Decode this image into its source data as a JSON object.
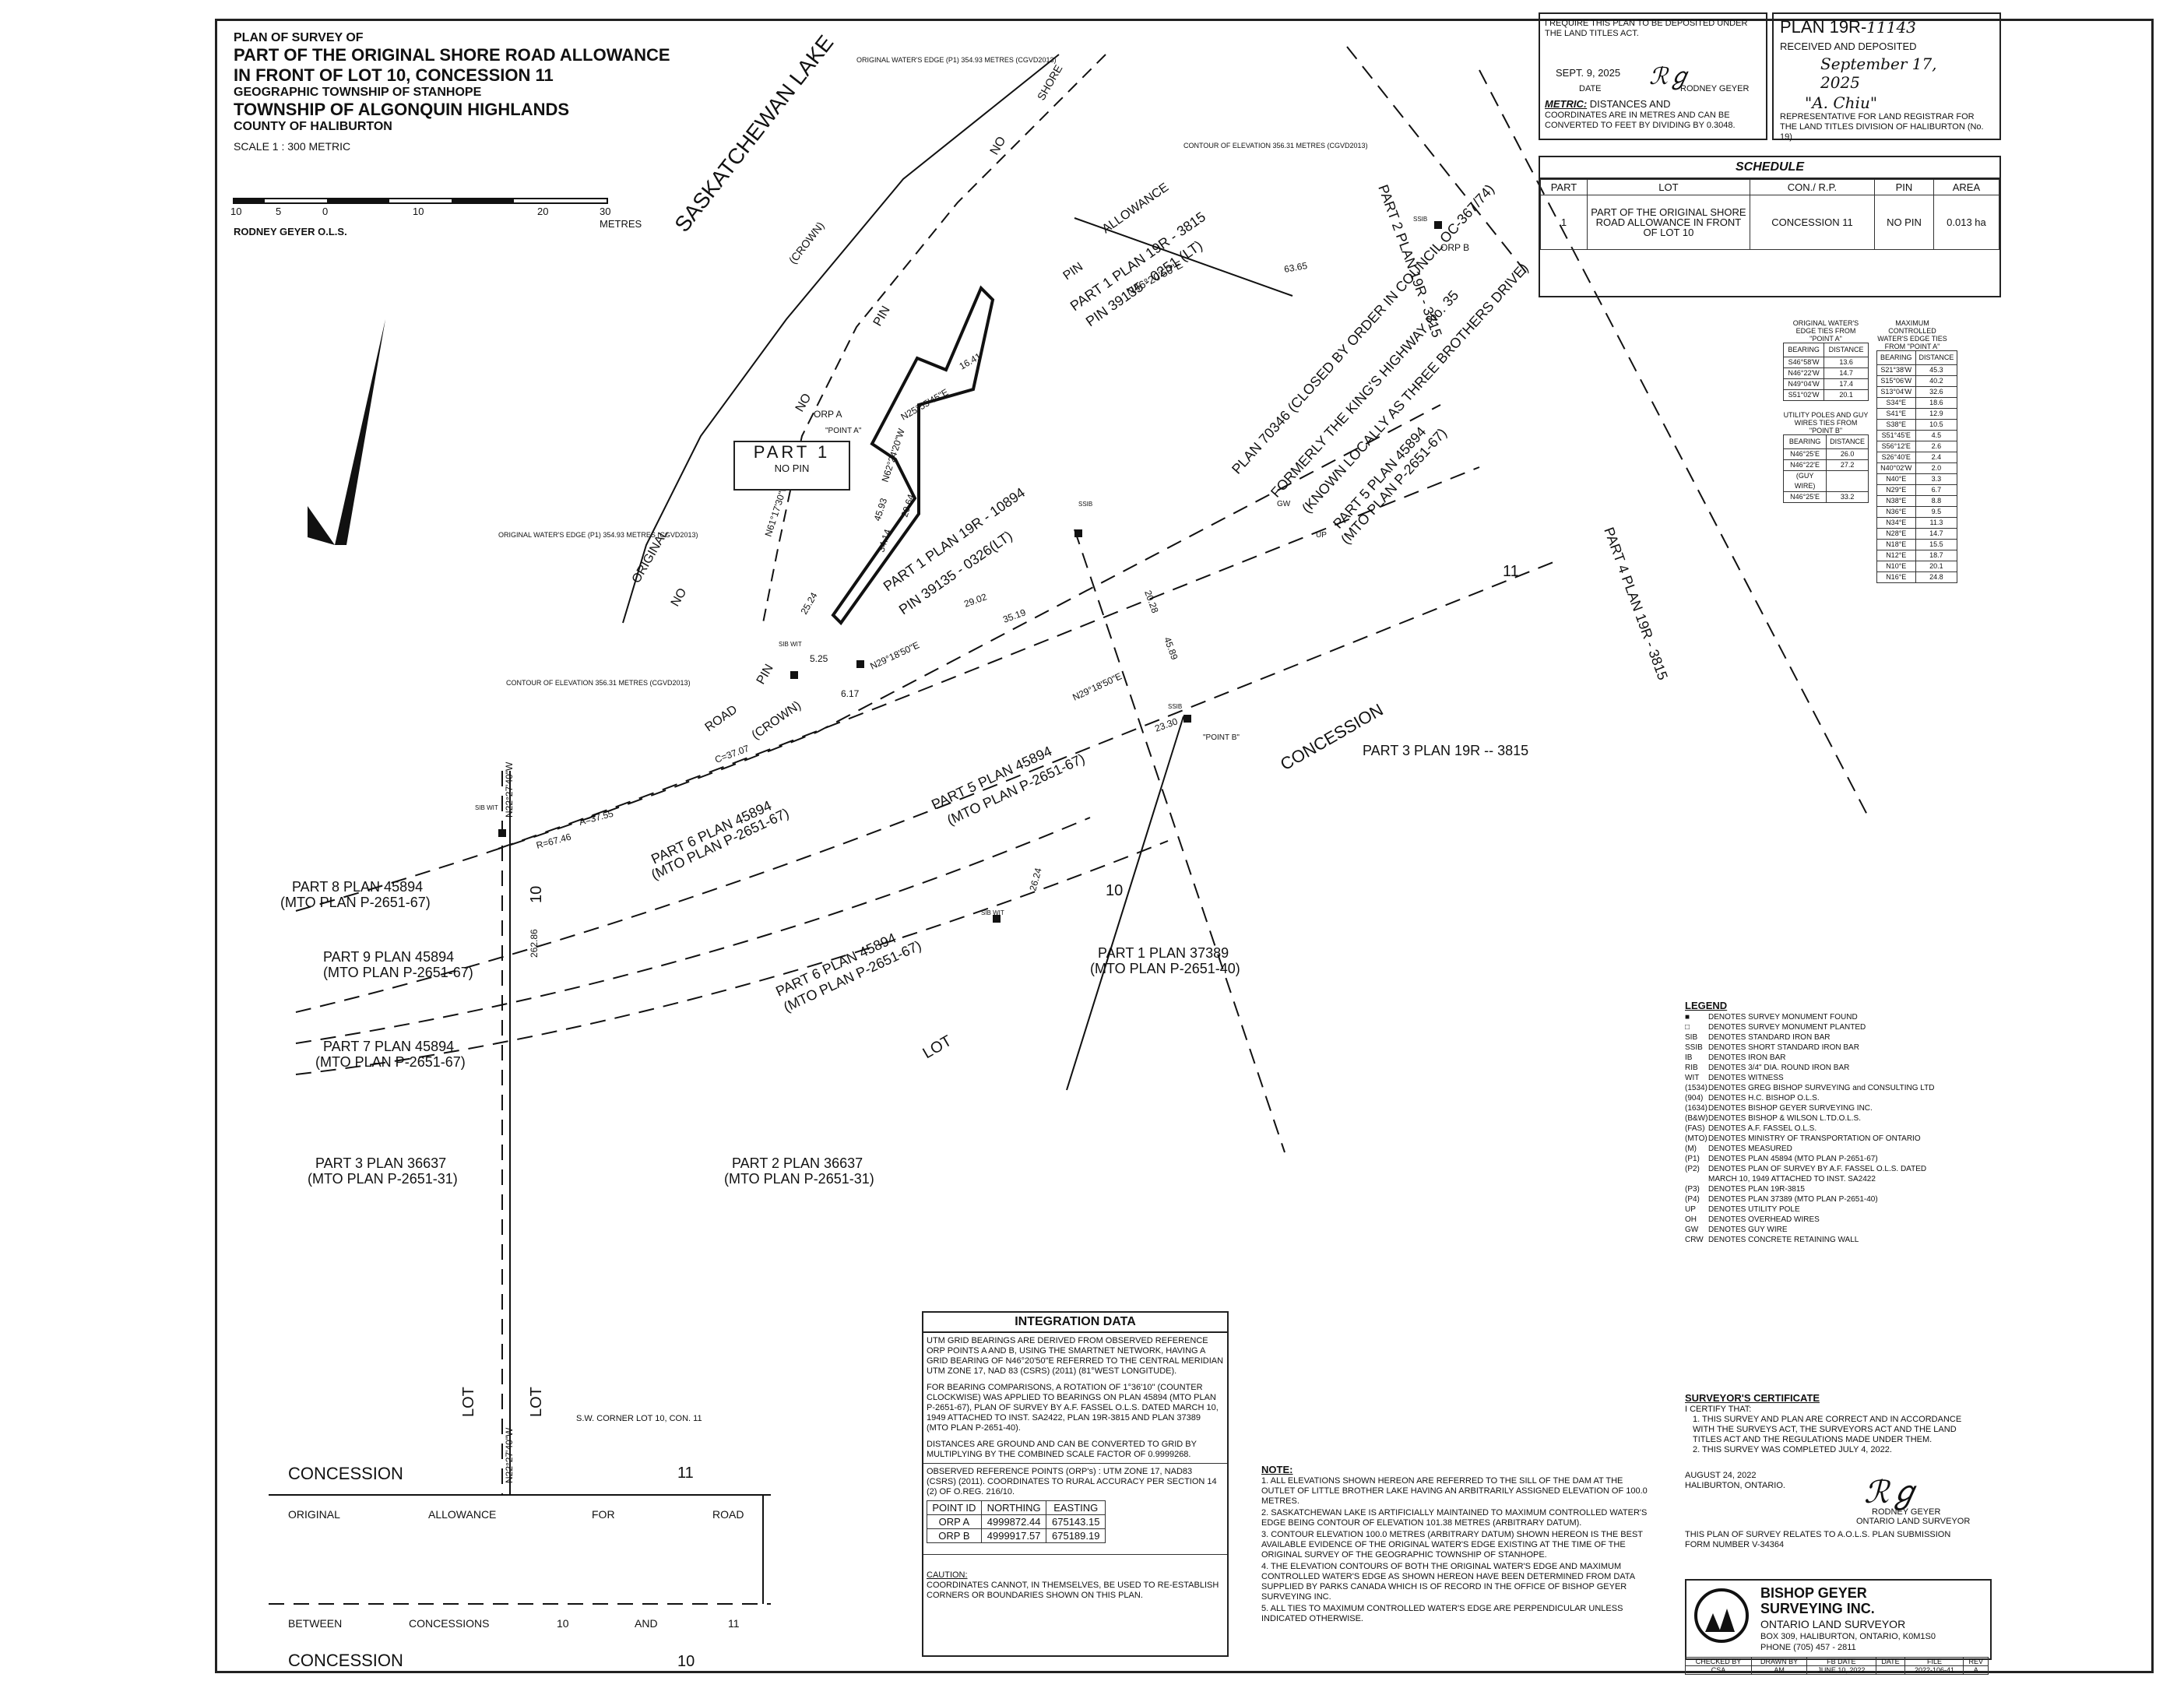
{
  "title_block": {
    "line1": "PLAN OF SURVEY OF",
    "line2": "PART OF THE ORIGINAL SHORE ROAD ALLOWANCE",
    "line3": "IN FRONT OF LOT 10, CONCESSION 11",
    "line4": "GEOGRAPHIC TOWNSHIP OF STANHOPE",
    "line5": "TOWNSHIP OF ALGONQUIN HIGHLANDS",
    "line6": "COUNTY OF HALIBURTON",
    "scale": "SCALE 1 : 300 METRIC",
    "scale_ticks": [
      "10",
      "5",
      "0",
      "10",
      "20",
      "30 METRES"
    ],
    "surveyor": "RODNEY GEYER O.L.S."
  },
  "deposit": {
    "require_text": "I REQUIRE THIS PLAN TO BE DEPOSITED UNDER THE LAND TITLES ACT.",
    "date_value": "SEPT. 9, 2025",
    "date_label": "DATE",
    "name_label": "RODNEY GEYER",
    "metric_label": "METRIC:",
    "metric_text1": "DISTANCES AND",
    "metric_text2": "COORDINATES ARE IN METRES AND CAN BE CONVERTED TO FEET BY DIVIDING BY 0.3048.",
    "plan_number": "PLAN 19R-",
    "plan_number_hw": "11143",
    "received": "RECEIVED AND DEPOSITED",
    "received_date": "September 17, 2025",
    "registrar_name": "\"A. Chiu\"",
    "registrar_text": "REPRESENTATIVE FOR LAND REGISTRAR FOR THE LAND TITLES DIVISION OF HALIBURTON (No. 19)"
  },
  "schedule": {
    "title": "SCHEDULE",
    "headers": [
      "PART",
      "LOT",
      "CON./ R.P.",
      "PIN",
      "AREA"
    ],
    "rows": [
      [
        "1",
        "PART OF THE ORIGINAL SHORE ROAD ALLOWANCE IN FRONT OF LOT 10",
        "CONCESSION 11",
        "NO PIN",
        "0.013 ha"
      ]
    ]
  },
  "tie_tables": {
    "water_title": "ORIGINAL WATER'S EDGE TIES FROM \"POINT A\"",
    "water_headers": [
      "BEARING",
      "DISTANCE"
    ],
    "water_rows": [
      [
        "S46°58'W",
        "13.6"
      ],
      [
        "N46°22'W",
        "14.7"
      ],
      [
        "N49°04'W",
        "17.4"
      ],
      [
        "S51°02'W",
        "20.1"
      ]
    ],
    "pole_title": "UTILITY POLES AND GUY WIRES TIES FROM \"POINT B\"",
    "pole_headers": [
      "BEARING",
      "DISTANCE"
    ],
    "pole_rows": [
      [
        "N46°25'E",
        "26.0"
      ],
      [
        "N46°22'E",
        "27.2"
      ],
      [
        "(GUY WIRE)",
        ""
      ],
      [
        "N46°25'E",
        "33.2"
      ]
    ],
    "max_title": "MAXIMUM CONTROLLED WATER'S EDGE TIES FROM \"POINT A\"",
    "max_headers": [
      "BEARING",
      "DISTANCE"
    ],
    "max_rows": [
      [
        "S21°38'W",
        "45.3"
      ],
      [
        "S15°06'W",
        "40.2"
      ],
      [
        "S13°04'W",
        "32.6"
      ],
      [
        "S34°E",
        "18.6"
      ],
      [
        "S41°E",
        "12.9"
      ],
      [
        "S38°E",
        "10.5"
      ],
      [
        "S51°45'E",
        "4.5"
      ],
      [
        "S56°12'E",
        "2.6"
      ],
      [
        "S26°40'E",
        "2.4"
      ],
      [
        "N40°02'W",
        "2.0"
      ],
      [
        "N40°E",
        "3.3"
      ],
      [
        "N29°E",
        "6.7"
      ],
      [
        "N38°E",
        "8.8"
      ],
      [
        "N36°E",
        "9.5"
      ],
      [
        "N34°E",
        "11.3"
      ],
      [
        "N28°E",
        "14.7"
      ],
      [
        "N18°E",
        "15.5"
      ],
      [
        "N12°E",
        "18.7"
      ],
      [
        "N10°E",
        "20.1"
      ],
      [
        "N16°E",
        "24.8"
      ]
    ]
  },
  "map": {
    "lake": "SASKATCHEWAN   LAKE",
    "crown": "(CROWN)",
    "shore_top": "SHORE",
    "allowance": "ALLOWANCE",
    "pin": "PIN",
    "no": "NO",
    "original": "ORIGINAL",
    "road": "ROAD",
    "crown2": "(CROWN)",
    "part1_box": "PART 1",
    "part1_pin": "NO PIN",
    "part1_plan_upper": "PART 1 PLAN 19R - 3815",
    "pin_upper": "PIN 39135 - 0251 (LT)",
    "part1_plan_lower": "PART 1 PLAN 19R - 10894",
    "pin_lower": "PIN 39135 - 0326(LT)",
    "hwy1": "PLAN 70346 (CLOSED BY ORDER IN COUNCIL OC-367/74)",
    "hwy2": "FORMERLY THE KING'S HIGHWAY No. 35",
    "hwy3": "(KNOWN LOCALLY AS THREE BROTHERS DRIVE)",
    "hwy4": "PART 5 PLAN 45894",
    "hwy5": "(MTO PLAN P-2651-67)",
    "part2_plan": "PART 2 PLAN 19R - 3815",
    "part4_plan": "PART 4 PLAN 19R - 3815",
    "part3_plan": "PART 3 PLAN 19R -- 3815",
    "concession": "CONCESSION",
    "eleven": "11",
    "ten": "10",
    "lot": "LOT",
    "part5_mid": "PART 5 PLAN 45894",
    "part5_mid2": "(MTO PLAN P-2651-67)",
    "part6_upper": "PART 6 PLAN 45894",
    "part6_upper2": "(MTO PLAN P-2651-67)",
    "part8": "PART 8 PLAN 45894",
    "part8b": "(MTO PLAN P-2651-67)",
    "part9": "PART 9 PLAN 45894",
    "part9b": "(MTO PLAN P-2651-67)",
    "part7": "PART 7 PLAN 45894",
    "part7b": "(MTO PLAN P-2651-67)",
    "part6_lower": "PART 6 PLAN 45894",
    "part6_lower2": "(MTO PLAN P-2651-67)",
    "part1_37389": "PART 1 PLAN 37389",
    "part1_37389b": "(MTO PLAN P-2651-40)",
    "part3_36637": "PART 3 PLAN 36637",
    "part3_36637b": "(MTO PLAN P-2651-31)",
    "part2_36637": "PART 2 PLAN 36637",
    "part2_36637b": "(MTO PLAN P-2651-31)",
    "orp_a": "ORP A",
    "orp_b": "ORP B",
    "point_a": "\"POINT A\"",
    "point_b": "\"POINT B\"",
    "ssib": "SSIB",
    "sib": "SIB WIT",
    "brg_n46": "N46°20'50\"E",
    "brg_n29": "N29°18'50\"E",
    "brg_n29b": "N29°18'50\"E",
    "brg_n22": "N22°27'40\"W",
    "brg_n22b": "N22°27'40\"W",
    "brg_n62": "N62°24'20\"W",
    "brg_n25": "N25°55'45\"E",
    "brg_n61": "N61°17'30\"W",
    "dist_1641": "16.41",
    "dist_2064": "20.64",
    "dist_4593": "45.93",
    "dist_3414": "34.14",
    "dist_2028": "20.28",
    "dist_4589": "45.89",
    "dist_6365": "63.65",
    "dist_2902": "29.02",
    "dist_3519": "35.19",
    "dist_3707": "C=37.07",
    "dist_3755": "A=37.55",
    "dist_radius": "R=67.46",
    "dist_2626": "262.86",
    "dist_2330": "23.30",
    "dist_525": "5.25",
    "dist_617": "6.17",
    "dist_2624": "26.24",
    "dist_2524": "25.24",
    "water_edge_label": "ORIGINAL WATER'S EDGE (P1) 354.93 METRES (CGVD2013)",
    "water_edge_label2": "ORIGINAL WATER'S EDGE (P1) 354.93 METRES (CGVD2013)",
    "contour_label": "CONTOUR OF ELEVATION 356.31 METRES (CGVD2013)",
    "contour_label2": "CONTOUR OF ELEVATION 356.31 METRES (CGVD2013)",
    "sw_corner": "S.W. CORNER LOT 10, CON. 11",
    "bottom_concession_top": "CONCESSION",
    "bottom_11": "11",
    "road_row": [
      "ORIGINAL",
      "ALLOWANCE",
      "FOR",
      "ROAD"
    ],
    "between_row": [
      "BETWEEN",
      "CONCESSIONS",
      "10",
      "AND",
      "11"
    ],
    "bottom_concession_bottom": "CONCESSION",
    "bottom_10": "10",
    "up": "UP",
    "gw": "GW"
  },
  "legend": {
    "title": "LEGEND",
    "items": [
      [
        "■",
        "DENOTES SURVEY MONUMENT FOUND"
      ],
      [
        "□",
        "DENOTES SURVEY MONUMENT PLANTED"
      ],
      [
        "SIB",
        "DENOTES STANDARD IRON BAR"
      ],
      [
        "SSIB",
        "DENOTES SHORT STANDARD IRON BAR"
      ],
      [
        "IB",
        "DENOTES IRON BAR"
      ],
      [
        "RIB",
        "DENOTES 3/4\" DIA. ROUND IRON BAR"
      ],
      [
        "WIT",
        "DENOTES WITNESS"
      ],
      [
        "(1534)",
        "DENOTES GREG BISHOP SURVEYING and CONSULTING LTD"
      ],
      [
        "(904)",
        "DENOTES H.C. BISHOP O.L.S."
      ],
      [
        "(1634)",
        "DENOTES BISHOP GEYER SURVEYING INC."
      ],
      [
        "(B&W)",
        "DENOTES BISHOP & WILSON L.TD.O.L.S."
      ],
      [
        "(FAS)",
        "DENOTES A.F. FASSEL O.L.S."
      ],
      [
        "(MTO)",
        "DENOTES MINISTRY OF TRANSPORTATION OF ONTARIO"
      ],
      [
        "(M)",
        "DENOTES MEASURED"
      ],
      [
        "(P1)",
        "DENOTES PLAN 45894 (MTO PLAN P-2651-67)"
      ],
      [
        "(P2)",
        "DENOTES PLAN OF SURVEY BY A.F. FASSEL O.L.S. DATED MARCH 10, 1949 ATTACHED TO INST. SA2422"
      ],
      [
        "(P3)",
        "DENOTES PLAN 19R-3815"
      ],
      [
        "(P4)",
        "DENOTES PLAN 37389 (MTO PLAN P-2651-40)"
      ],
      [
        "UP",
        "DENOTES UTILITY POLE"
      ],
      [
        "OH",
        "DENOTES OVERHEAD WIRES"
      ],
      [
        "GW",
        "DENOTES GUY WIRE"
      ],
      [
        "CRW",
        "DENOTES CONCRETE RETAINING WALL"
      ]
    ]
  },
  "certificate": {
    "title": "SURVEYOR'S CERTIFICATE",
    "intro": "I CERTIFY THAT:",
    "item1": "1.   THIS SURVEY AND PLAN ARE CORRECT AND IN ACCORDANCE WITH THE SURVEYS ACT, THE SURVEYORS ACT AND THE LAND TITLES ACT AND THE REGULATIONS MADE UNDER THEM.",
    "item2": "2.   THIS SURVEY WAS COMPLETED JULY 4, 2022.",
    "date": "AUGUST 24, 2022",
    "place": "HALIBURTON, ONTARIO.",
    "name": "RODNEY GEYER",
    "title2": "ONTARIO LAND SURVEYOR",
    "aols": "THIS PLAN OF SURVEY RELATES TO A.O.L.S. PLAN SUBMISSION FORM NUMBER V-34364"
  },
  "firm": {
    "name1": "BISHOP GEYER",
    "name2": "SURVEYING INC.",
    "sub": "ONTARIO LAND SURVEYOR",
    "addr": "BOX 309, HALIBURTON, ONTARIO, K0M1S0",
    "phone": "PHONE (705) 457 - 2811",
    "footer_labels": [
      "CHECKED BY",
      "DRAWN BY",
      "FB DATE",
      "DATE",
      "FILE",
      "REV"
    ],
    "footer_values": [
      "CSA",
      "AM",
      "JUNE 10, 2022",
      "",
      "2022-106-41",
      "A"
    ]
  },
  "integration": {
    "title": "INTEGRATION DATA",
    "p1": "UTM GRID BEARINGS ARE DERIVED FROM OBSERVED REFERENCE ORP POINTS A AND B, USING THE SMARTNET NETWORK, HAVING A GRID BEARING OF N46°20'50\"E REFERRED TO THE CENTRAL MERIDIAN UTM ZONE 17, NAD 83 (CSRS) (2011) (81°WEST LONGITUDE).",
    "p2": "FOR BEARING COMPARISONS, A ROTATION OF 1°36'10\" (COUNTER CLOCKWISE) WAS APPLIED TO BEARINGS ON PLAN 45894 (MTO PLAN P-2651-67), PLAN OF SURVEY BY A.F. FASSEL O.L.S. DATED MARCH 10, 1949 ATTACHED TO INST. SA2422, PLAN 19R-3815 AND PLAN 37389 (MTO PLAN P-2651-40).",
    "p3": "DISTANCES ARE GROUND AND CAN BE CONVERTED TO GRID BY MULTIPLYING BY THE COMBINED SCALE FACTOR OF 0.9999268.",
    "p4": "OBSERVED REFERENCE POINTS (ORP's) : UTM ZONE 17, NAD83 (CSRS) (2011). COORDINATES TO RURAL ACCURACY PER SECTION 14 (2) OF O.REG. 216/10.",
    "headers": [
      "POINT ID",
      "NORTHING",
      "EASTING"
    ],
    "rows": [
      [
        "ORP A",
        "4999872.44",
        "675143.15"
      ],
      [
        "ORP B",
        "4999917.57",
        "675189.19"
      ]
    ],
    "caution_title": "CAUTION:",
    "caution": "COORDINATES CANNOT, IN THEMSELVES, BE USED TO RE-ESTABLISH CORNERS OR BOUNDARIES SHOWN ON THIS PLAN."
  },
  "notes": {
    "title": "NOTE:",
    "items": [
      "1.  ALL ELEVATIONS SHOWN HEREON ARE REFERRED TO THE SILL OF THE DAM AT THE OUTLET OF LITTLE BROTHER LAKE HAVING AN ARBITRARILY ASSIGNED ELEVATION OF 100.0 METRES.",
      "2.  SASKATCHEWAN LAKE IS ARTIFICIALLY MAINTAINED TO MAXIMUM CONTROLLED WATER'S EDGE BEING CONTOUR OF ELEVATION 101.38 METRES (ARBITRARY DATUM).",
      "3.  CONTOUR ELEVATION 100.0 METRES (ARBITRARY DATUM) SHOWN HEREON IS THE BEST AVAILABLE EVIDENCE OF THE ORIGINAL WATER'S EDGE EXISTING AT THE TIME OF THE ORIGINAL SURVEY OF THE GEOGRAPHIC TOWNSHIP OF STANHOPE.",
      "4.  THE ELEVATION CONTOURS OF BOTH THE ORIGINAL WATER'S EDGE AND MAXIMUM CONTROLLED WATER'S EDGE AS SHOWN HEREON HAVE BEEN DETERMINED FROM DATA SUPPLIED BY PARKS CANADA WHICH IS OF RECORD IN THE OFFICE OF BISHOP GEYER SURVEYING INC.",
      "5.  ALL TIES TO MAXIMUM CONTROLLED WATER'S EDGE ARE PERPENDICULAR UNLESS INDICATED OTHERWISE."
    ]
  }
}
